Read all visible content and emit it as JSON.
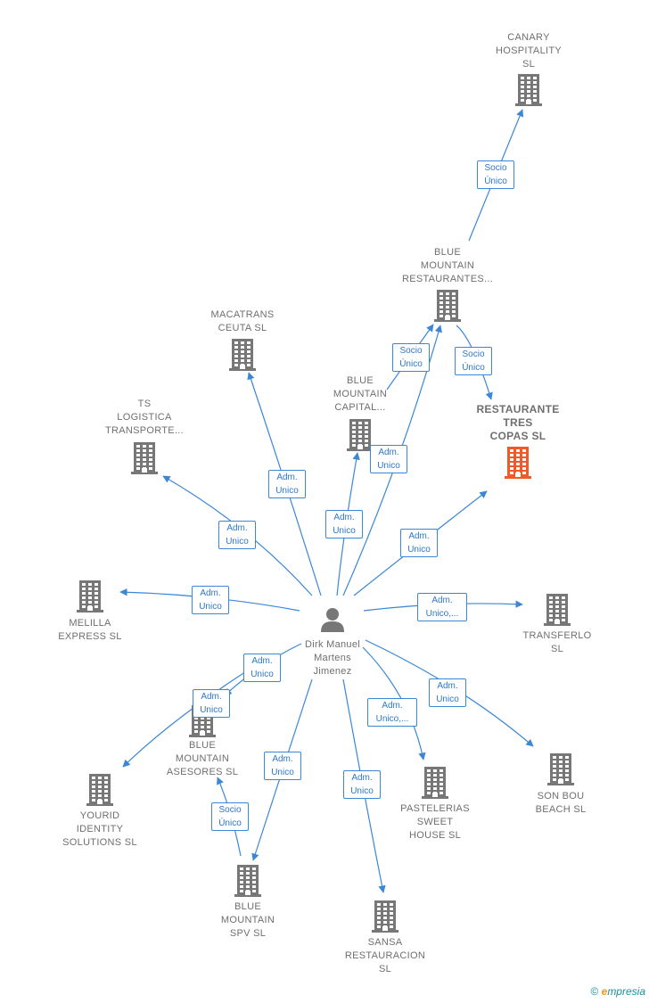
{
  "nodes": [
    {
      "id": "canary",
      "label": "CANARY\nHOSPITALITY\nSL",
      "icon": "building-icon",
      "color": "#777777"
    },
    {
      "id": "bm_rest",
      "label": "BLUE\nMOUNTAIN\nRESTAURANTES...",
      "icon": "building-icon",
      "color": "#777777"
    },
    {
      "id": "macatrans",
      "label": "MACATRANS\nCEUTA  SL",
      "icon": "building-icon",
      "color": "#777777"
    },
    {
      "id": "bm_capital",
      "label": "BLUE\nMOUNTAIN\nCAPITAL...",
      "icon": "building-icon",
      "color": "#777777"
    },
    {
      "id": "tres_copas",
      "label": "RESTAURANTE\nTRES\nCOPAS  SL",
      "icon": "building-icon",
      "color": "#f05a28",
      "focus": true
    },
    {
      "id": "ts",
      "label": "TS\nLOGISTICA\nTRANSPORTE...",
      "icon": "building-icon",
      "color": "#777777"
    },
    {
      "id": "melilla",
      "label": "MELILLA\nEXPRESS SL",
      "icon": "building-icon",
      "color": "#777777"
    },
    {
      "id": "transferlo",
      "label": "TRANSFERLO\nSL",
      "icon": "building-icon",
      "color": "#777777"
    },
    {
      "id": "person",
      "label": "Dirk Manuel\nMartens\nJimenez",
      "icon": "person-icon",
      "color": "#777777"
    },
    {
      "id": "bm_asesores",
      "label": "BLUE\nMOUNTAIN\nASESORES  SL",
      "icon": "building-icon",
      "color": "#777777"
    },
    {
      "id": "yourid",
      "label": "YOURID\nIDENTITY\nSOLUTIONS  SL",
      "icon": "building-icon",
      "color": "#777777"
    },
    {
      "id": "pastelerias",
      "label": "PASTELERIAS\nSWEET\nHOUSE  SL",
      "icon": "building-icon",
      "color": "#777777"
    },
    {
      "id": "sonbou",
      "label": "SON BOU\nBEACH  SL",
      "icon": "building-icon",
      "color": "#777777"
    },
    {
      "id": "bm_spv",
      "label": "BLUE\nMOUNTAIN\nSPV  SL",
      "icon": "building-icon",
      "color": "#777777"
    },
    {
      "id": "sansa",
      "label": "SANSA\nRESTAURACION\nSL",
      "icon": "building-icon",
      "color": "#777777"
    }
  ],
  "edges": [
    {
      "from": "bm_rest",
      "to": "canary",
      "label": "Socio\nÚnico"
    },
    {
      "from": "bm_rest",
      "to": "tres_copas",
      "label": "Socio\nÚnico"
    },
    {
      "from": "bm_capital",
      "to": "bm_rest",
      "label": "Socio\nÚnico"
    },
    {
      "from": "person",
      "to": "bm_rest",
      "label": "Adm.\nUnico"
    },
    {
      "from": "person",
      "to": "bm_capital",
      "label": "Adm.\nUnico"
    },
    {
      "from": "person",
      "to": "macatrans",
      "label": "Adm.\nUnico"
    },
    {
      "from": "person",
      "to": "ts",
      "label": "Adm.\nUnico"
    },
    {
      "from": "person",
      "to": "tres_copas",
      "label": "Adm.\nUnico"
    },
    {
      "from": "person",
      "to": "melilla",
      "label": "Adm.\nUnico"
    },
    {
      "from": "person",
      "to": "transferlo",
      "label": "Adm.\nUnico,..."
    },
    {
      "from": "person",
      "to": "bm_asesores",
      "label": "Adm.\nUnico"
    },
    {
      "from": "person",
      "to": "yourid",
      "label": "Adm.\nUnico"
    },
    {
      "from": "person",
      "to": "pastelerias",
      "label": "Adm.\nUnico,..."
    },
    {
      "from": "person",
      "to": "sonbou",
      "label": "Adm.\nUnico"
    },
    {
      "from": "person",
      "to": "bm_spv",
      "label": "Adm.\nUnico"
    },
    {
      "from": "person",
      "to": "sansa",
      "label": "Adm.\nUnico"
    },
    {
      "from": "bm_spv",
      "to": "bm_asesores",
      "label": "Socio\nÚnico"
    }
  ],
  "colors": {
    "edge": "#3b87d6",
    "icon": "#777777",
    "focus": "#f05a28"
  },
  "footer": {
    "copyright": "©",
    "brand_initial": "e",
    "brand_rest": "mpresia"
  }
}
